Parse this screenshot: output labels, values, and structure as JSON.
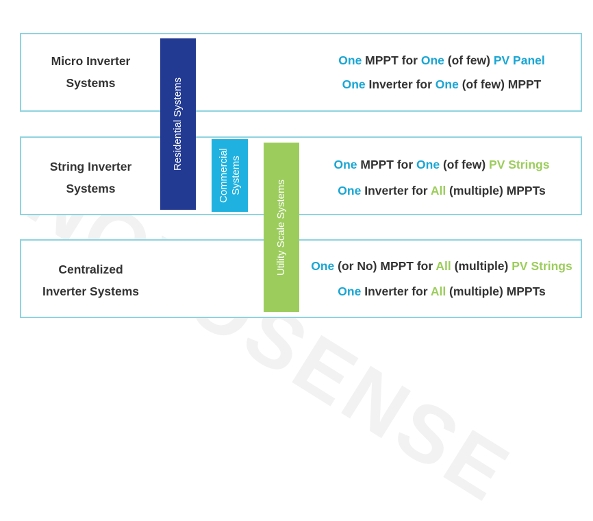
{
  "watermark": "NOVOSENSE",
  "rows": [
    {
      "label_l1": "Micro Inverter",
      "label_l2": "Systems",
      "line1": [
        {
          "t": "One",
          "c": "b"
        },
        {
          "t": " MPPT for ",
          "c": ""
        },
        {
          "t": "One",
          "c": "b"
        },
        {
          "t": " (of few) ",
          "c": ""
        },
        {
          "t": "PV Panel",
          "c": "b"
        }
      ],
      "line2": [
        {
          "t": "One",
          "c": "b"
        },
        {
          "t": " Inverter for ",
          "c": ""
        },
        {
          "t": "One",
          "c": "b"
        },
        {
          "t": " (of few) MPPT",
          "c": ""
        }
      ]
    },
    {
      "label_l1": "String Inverter",
      "label_l2": "Systems",
      "line1": [
        {
          "t": "One",
          "c": "b"
        },
        {
          "t": " MPPT for ",
          "c": ""
        },
        {
          "t": "One",
          "c": "b"
        },
        {
          "t": " (of few) ",
          "c": ""
        },
        {
          "t": "PV Strings",
          "c": "g"
        }
      ],
      "line2": [
        {
          "t": "One",
          "c": "b"
        },
        {
          "t": " Inverter for ",
          "c": ""
        },
        {
          "t": "All",
          "c": "g"
        },
        {
          "t": " (multiple) MPPTs",
          "c": ""
        }
      ]
    },
    {
      "label_l1": "Centralized",
      "label_l2": "Inverter Systems",
      "line1": [
        {
          "t": "One",
          "c": "b"
        },
        {
          "t": " (or No) MPPT for ",
          "c": ""
        },
        {
          "t": "All",
          "c": "g"
        },
        {
          "t": " (multiple) ",
          "c": ""
        },
        {
          "t": "PV Strings",
          "c": "g"
        }
      ],
      "line2": [
        {
          "t": "One",
          "c": "b"
        },
        {
          "t": " Inverter for ",
          "c": ""
        },
        {
          "t": "All",
          "c": "g"
        },
        {
          "t": " (multiple) MPPTs",
          "c": ""
        }
      ]
    }
  ],
  "bars": {
    "residential": {
      "label": "Residential Systems",
      "color": "#233a93"
    },
    "commercial": {
      "label_l1": "Commercial",
      "label_l2": "Systems",
      "color": "#1fb2e0"
    },
    "utility": {
      "label": "Utility Scale Systems",
      "color": "#9ccd5c"
    }
  },
  "colors": {
    "blue": "#1aa6d4",
    "green": "#9ccd5c",
    "border": "#8fd3e0",
    "text": "#333333"
  }
}
